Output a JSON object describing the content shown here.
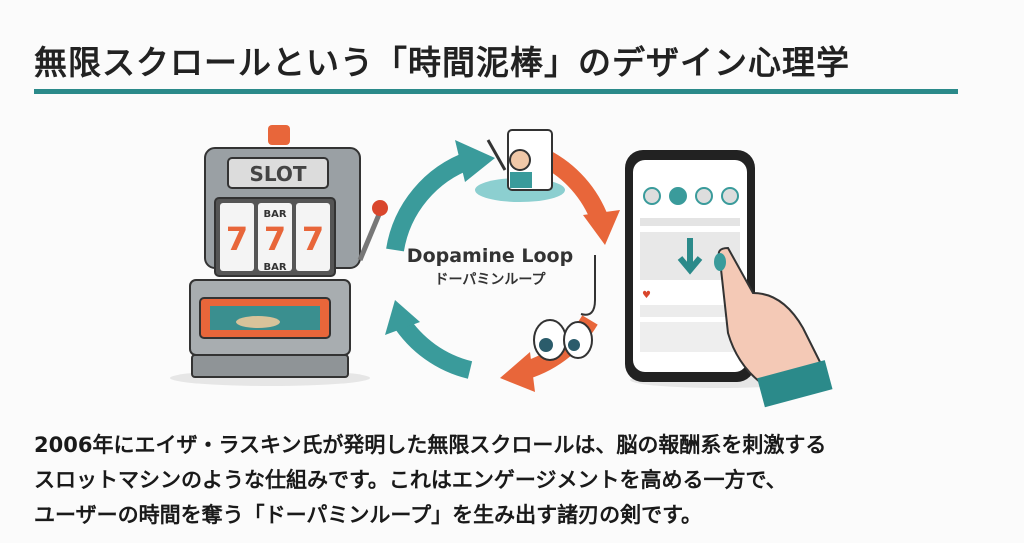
{
  "title": "無限スクロールという「時間泥棒」のデザイン心理学",
  "illustration": {
    "slot_label": "SLOT",
    "reel_top": "BAR",
    "reel_bottom": "BAR",
    "reel_symbol": "7",
    "loop_title": "Dopamine Loop",
    "loop_subtitle": "ドーパミンループ"
  },
  "body": {
    "lines": [
      "2006年にエイザ・ラスキン氏が発明した無限スクロールは、脳の報酬系を刺激する",
      "スロットマシンのような仕組みです。これはエンゲージメントを高める一方で、",
      "ユーザーの時間を奪う「ドーパミンループ」を生み出す諸刃の剣です。"
    ]
  },
  "colors": {
    "accent": "#2b8a8a",
    "orange": "#e8663a",
    "teal": "#2b8a8a"
  }
}
